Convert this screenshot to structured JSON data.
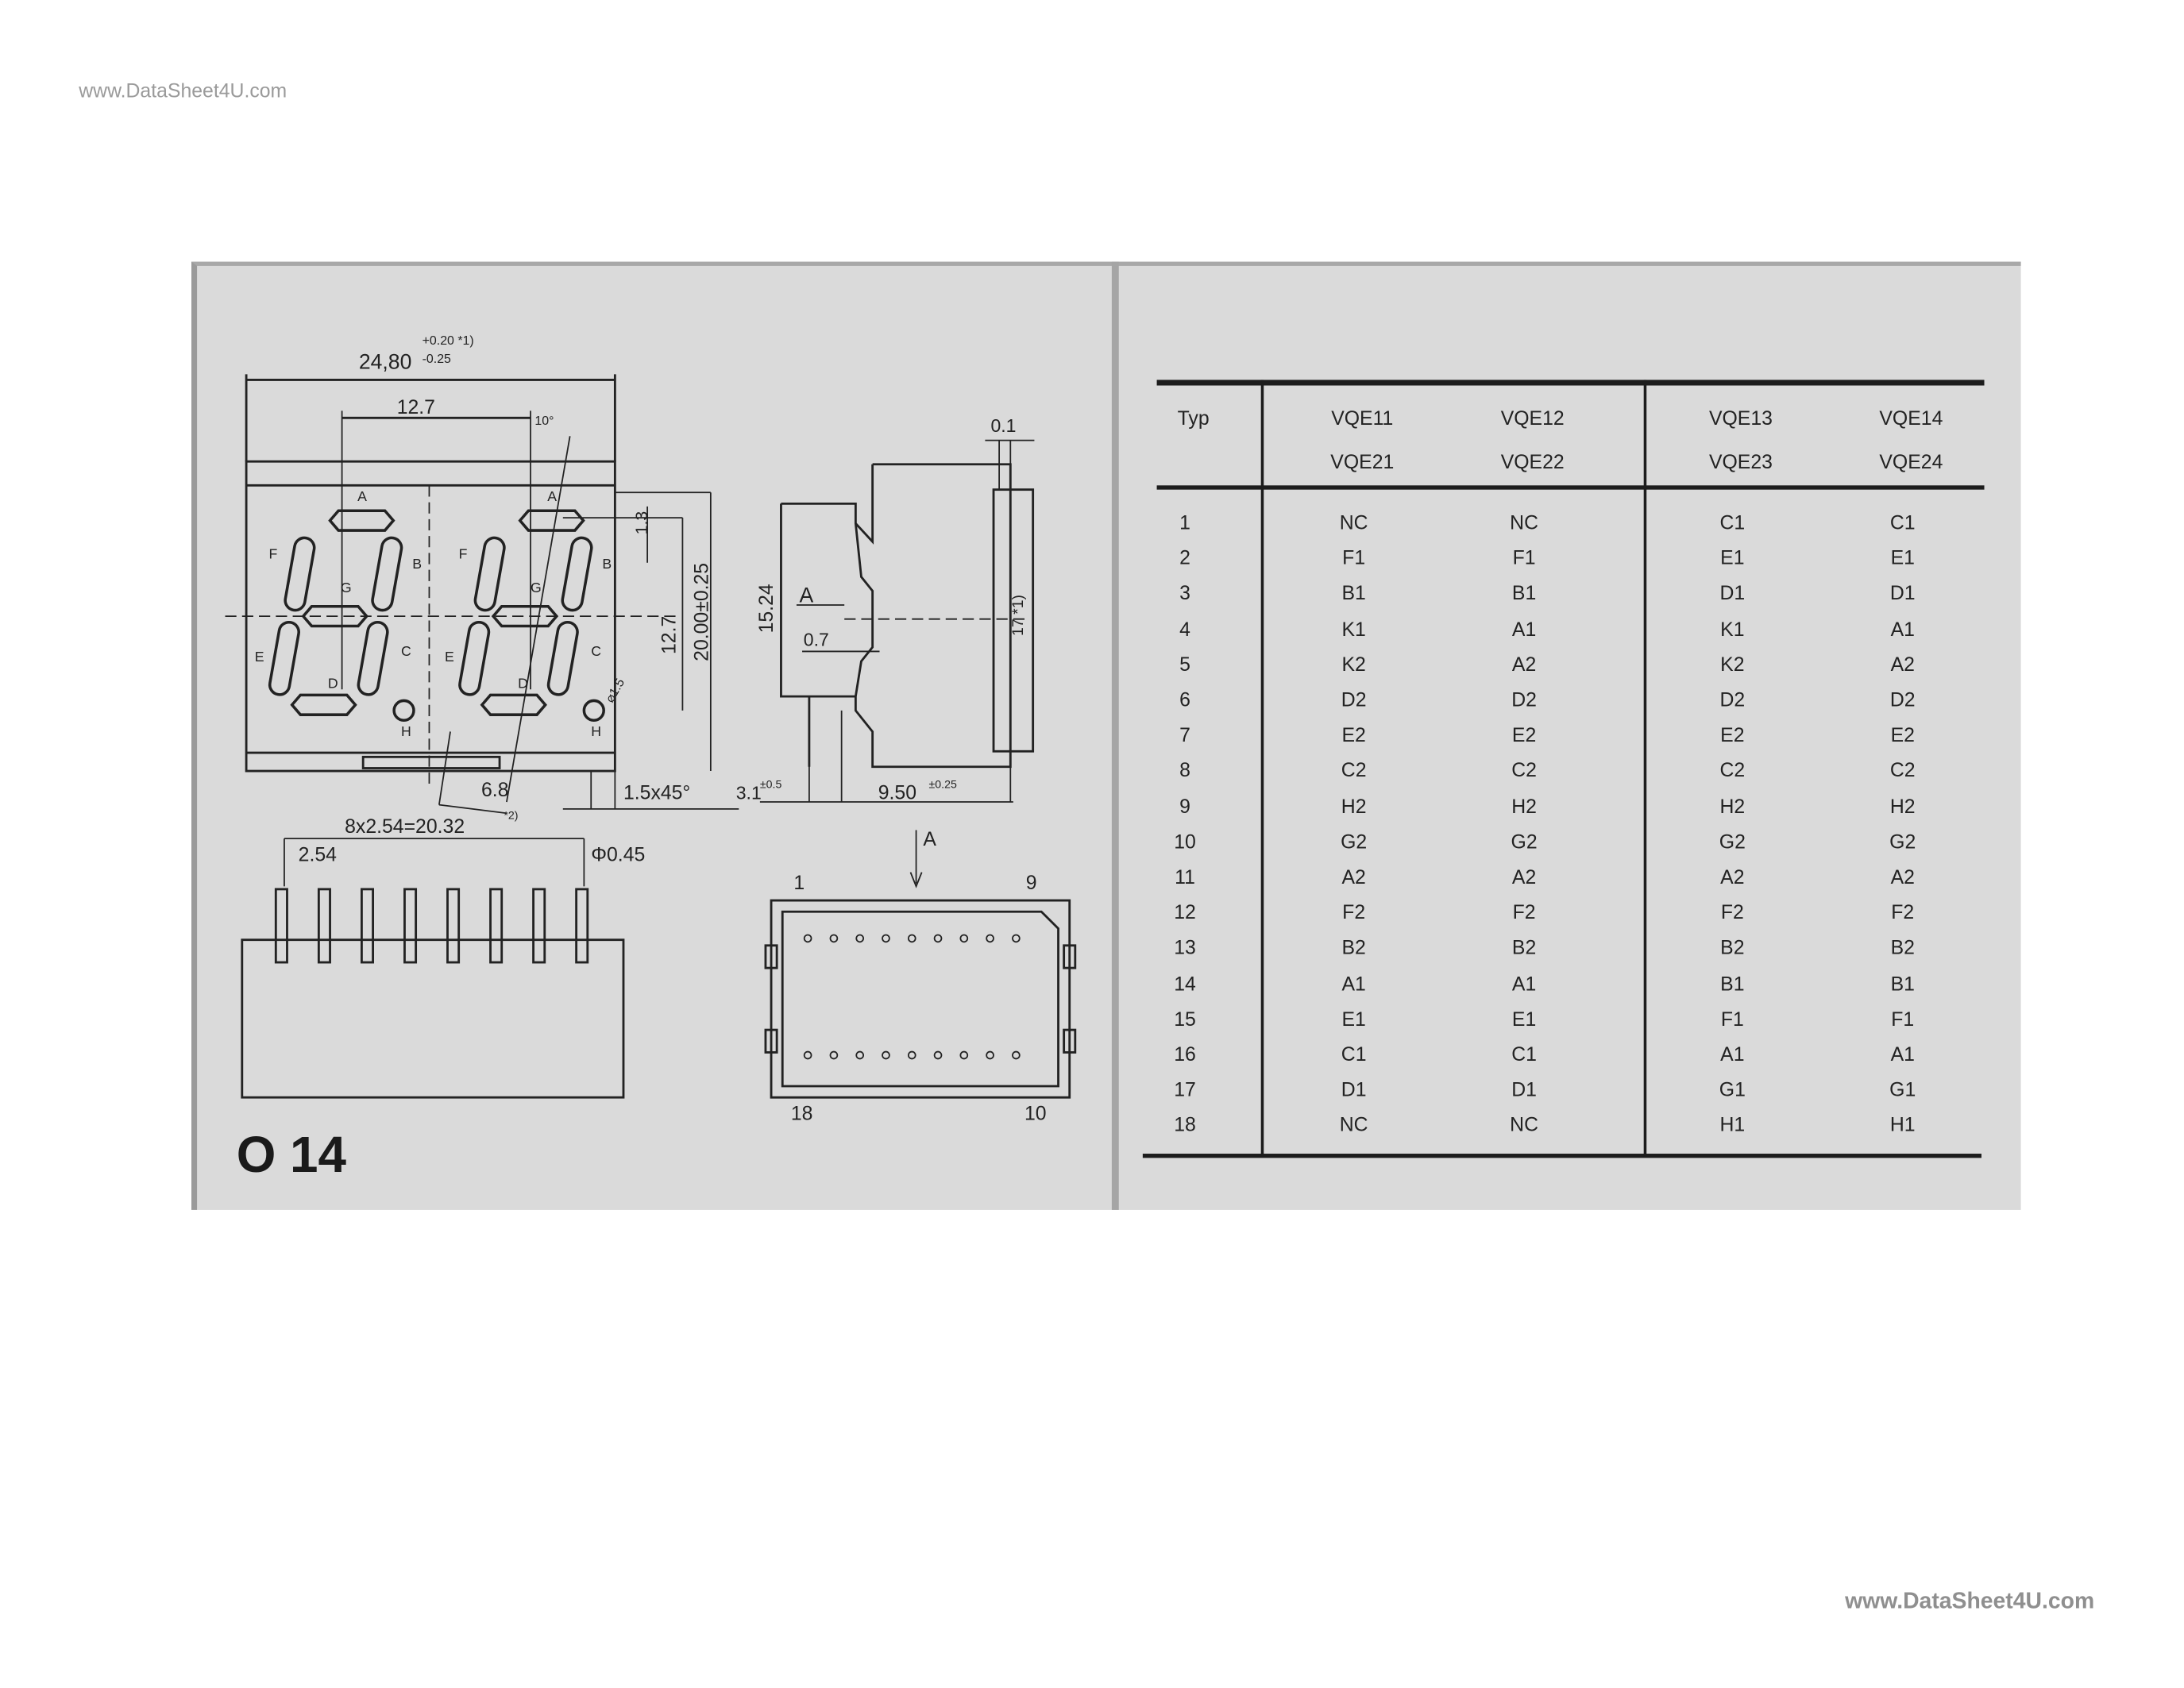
{
  "watermark_top": "www.DataSheet4U.com",
  "watermark_bottom": "www.DataSheet4U.com",
  "package_label": "O 14",
  "drawing": {
    "dim_width": "24,80",
    "dim_width_tol_plus": "+0.20 *1)",
    "dim_width_tol_minus": "-0.25",
    "dim_digit_pitch": "12.7",
    "dim_slant": "10°",
    "dim_seg_offset": "1.3",
    "dim_digit_height": "12.7",
    "dim_height": "20.00±0.25",
    "dim_dot": "⌀1.5",
    "dim_6_8": "6.8",
    "dim_chamfer": "1.5x45°",
    "segment_labels": [
      "A",
      "B",
      "C",
      "D",
      "E",
      "F",
      "G",
      "H"
    ],
    "dim_side_height": "15.24",
    "dim_side_view_marker": "A",
    "dim_side_07": "0.7",
    "dim_side_17": "17 *1)",
    "dim_side_01": "0.1",
    "dim_side_31": "3.1",
    "dim_side_31_tol": "±0.5",
    "dim_side_950": "9.50",
    "dim_side_950_tol": "±0.25",
    "dim_pins_total": "8x2.54=20.32",
    "dim_pins_total_note": "*2)",
    "dim_pin_pitch": "2.54",
    "dim_pin_diameter": "Φ0.45",
    "view_a_label": "A",
    "pin_corner_labels": {
      "top_left": "1",
      "top_right": "9",
      "bottom_left": "18",
      "bottom_right": "10"
    }
  },
  "pin_table": {
    "header_typ": "Typ",
    "header_row1": [
      "VQE11",
      "VQE12",
      "VQE13",
      "VQE14"
    ],
    "header_row2": [
      "VQE21",
      "VQE22",
      "VQE23",
      "VQE24"
    ],
    "rows": [
      [
        "1",
        "NC",
        "NC",
        "C1",
        "C1"
      ],
      [
        "2",
        "F1",
        "F1",
        "E1",
        "E1"
      ],
      [
        "3",
        "B1",
        "B1",
        "D1",
        "D1"
      ],
      [
        "4",
        "K1",
        "A1",
        "K1",
        "A1"
      ],
      [
        "5",
        "K2",
        "A2",
        "K2",
        "A2"
      ],
      [
        "6",
        "D2",
        "D2",
        "D2",
        "D2"
      ],
      [
        "7",
        "E2",
        "E2",
        "E2",
        "E2"
      ],
      [
        "8",
        "C2",
        "C2",
        "C2",
        "C2"
      ],
      [
        "9",
        "H2",
        "H2",
        "H2",
        "H2"
      ],
      [
        "10",
        "G2",
        "G2",
        "G2",
        "G2"
      ],
      [
        "11",
        "A2",
        "A2",
        "A2",
        "A2"
      ],
      [
        "12",
        "F2",
        "F2",
        "F2",
        "F2"
      ],
      [
        "13",
        "B2",
        "B2",
        "B2",
        "B2"
      ],
      [
        "14",
        "A1",
        "A1",
        "B1",
        "B1"
      ],
      [
        "15",
        "E1",
        "E1",
        "F1",
        "F1"
      ],
      [
        "16",
        "C1",
        "C1",
        "A1",
        "A1"
      ],
      [
        "17",
        "D1",
        "D1",
        "G1",
        "G1"
      ],
      [
        "18",
        "NC",
        "NC",
        "H1",
        "H1"
      ]
    ]
  }
}
